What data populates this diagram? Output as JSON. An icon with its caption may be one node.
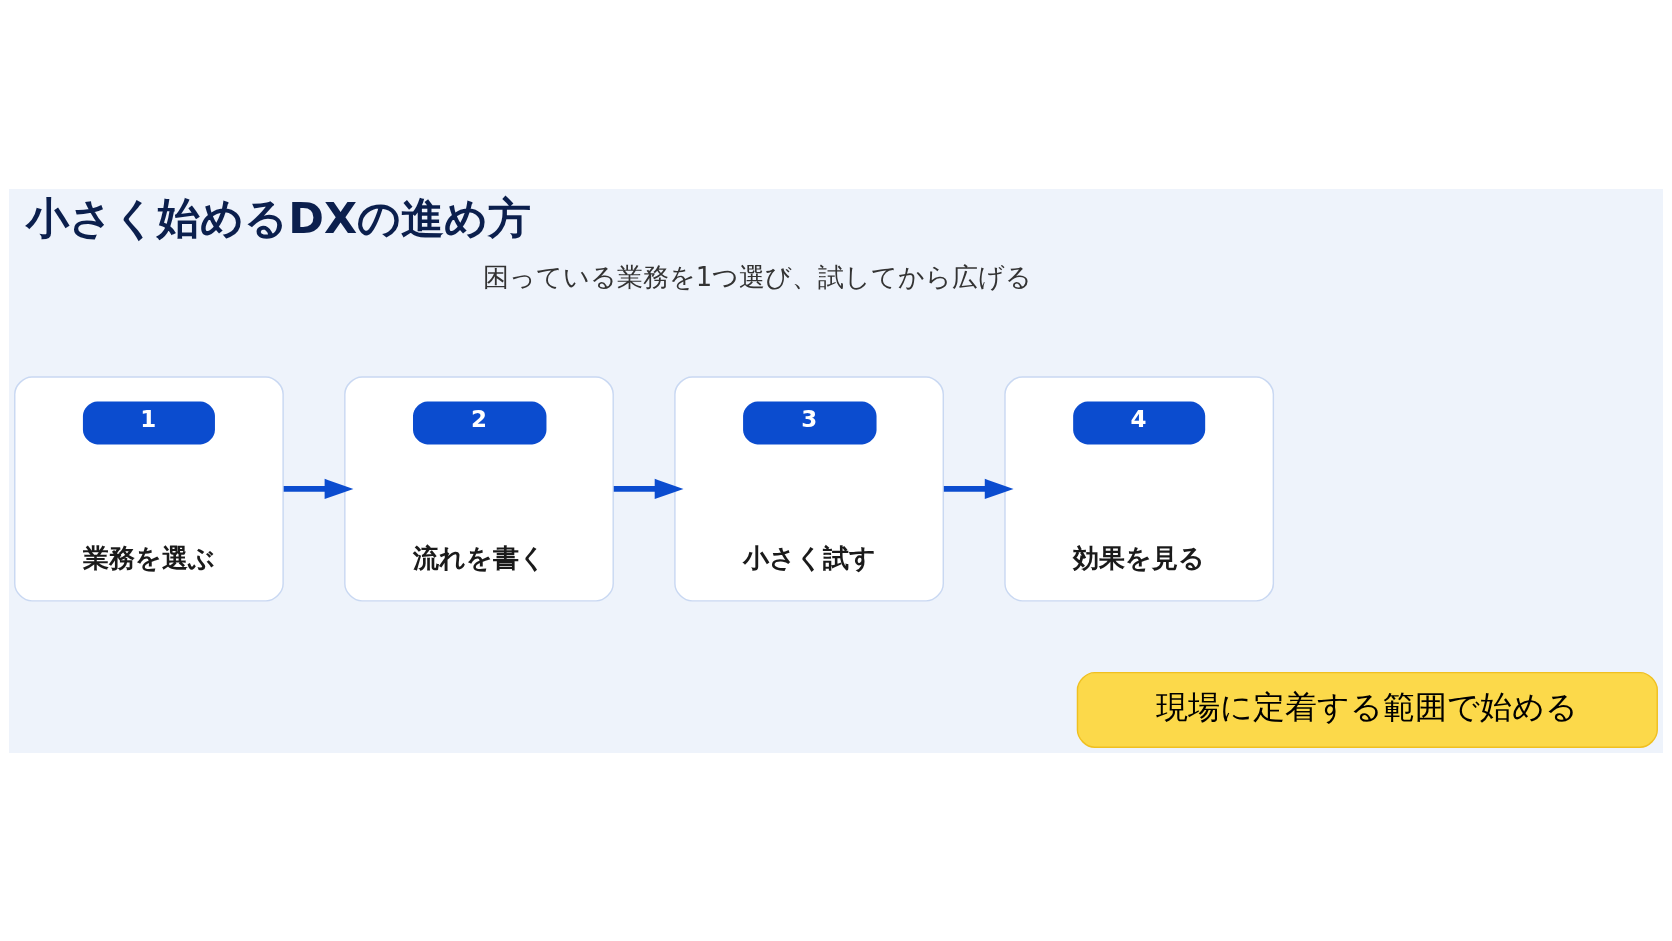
{
  "diagram": {
    "title": "小さく始めるDXの進め方",
    "nodes": [
      {
        "text": [
          "1",
          "業務を選ぶ"
        ]
      },
      {
        "text": [
          "2",
          "流れを書く"
        ]
      },
      {
        "text": [
          "3",
          "小さく試す"
        ]
      },
      {
        "text": [
          "4",
          "効果を見る"
        ]
      },
      {
        "text": [
          "現場に定着する範囲で始める"
        ]
      }
    ],
    "edges": [
      {
        "from": 0,
        "to": 1,
        "arrow": "to"
      },
      {
        "from": 1,
        "to": 2,
        "arrow": "to"
      },
      {
        "from": 2,
        "to": 3,
        "arrow": "to"
      }
    ],
    "labels": [
      "困っている業務を1つ選び、試してから広げる"
    ]
  }
}
